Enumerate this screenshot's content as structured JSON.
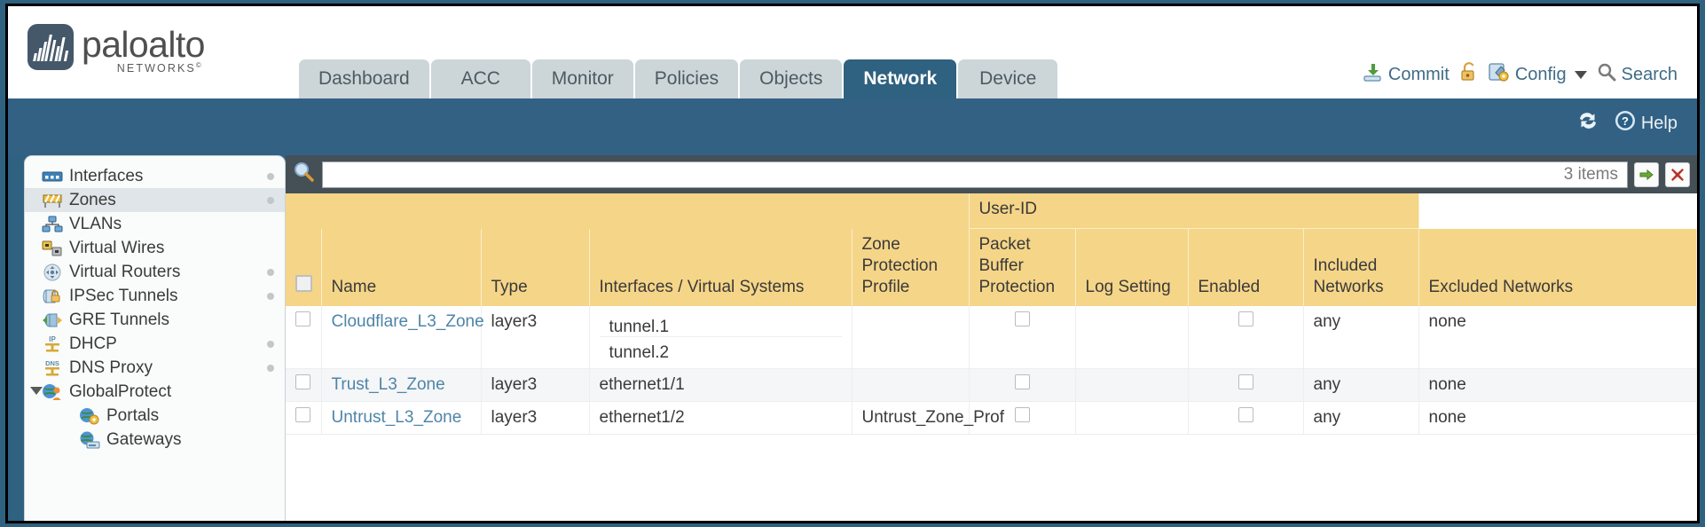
{
  "brand": {
    "name": "paloalto",
    "tagline": "NETWORKS",
    "registered": "©"
  },
  "nav": {
    "tabs": [
      {
        "label": "Dashboard",
        "active": false
      },
      {
        "label": "ACC",
        "active": false
      },
      {
        "label": "Monitor",
        "active": false
      },
      {
        "label": "Policies",
        "active": false
      },
      {
        "label": "Objects",
        "active": false
      },
      {
        "label": "Network",
        "active": true
      },
      {
        "label": "Device",
        "active": false
      }
    ],
    "actions": {
      "commit": "Commit",
      "config": "Config",
      "search": "Search"
    }
  },
  "toolbar": {
    "help": "Help"
  },
  "sidebar": {
    "items": [
      {
        "label": "Interfaces",
        "icon": "interfaces-icon",
        "selected": false,
        "dot": true,
        "indent": false,
        "caret": false
      },
      {
        "label": "Zones",
        "icon": "zones-icon",
        "selected": true,
        "dot": true,
        "indent": false,
        "caret": false
      },
      {
        "label": "VLANs",
        "icon": "vlans-icon",
        "selected": false,
        "dot": false,
        "indent": false,
        "caret": false
      },
      {
        "label": "Virtual Wires",
        "icon": "virtual-wires-icon",
        "selected": false,
        "dot": false,
        "indent": false,
        "caret": false
      },
      {
        "label": "Virtual Routers",
        "icon": "virtual-routers-icon",
        "selected": false,
        "dot": true,
        "indent": false,
        "caret": false
      },
      {
        "label": "IPSec Tunnels",
        "icon": "ipsec-tunnels-icon",
        "selected": false,
        "dot": true,
        "indent": false,
        "caret": false
      },
      {
        "label": "GRE Tunnels",
        "icon": "gre-tunnels-icon",
        "selected": false,
        "dot": false,
        "indent": false,
        "caret": false
      },
      {
        "label": "DHCP",
        "icon": "dhcp-icon",
        "selected": false,
        "dot": true,
        "indent": false,
        "caret": false
      },
      {
        "label": "DNS Proxy",
        "icon": "dns-proxy-icon",
        "selected": false,
        "dot": true,
        "indent": false,
        "caret": false
      },
      {
        "label": "GlobalProtect",
        "icon": "globalprotect-icon",
        "selected": false,
        "dot": false,
        "indent": false,
        "caret": true
      },
      {
        "label": "Portals",
        "icon": "portals-icon",
        "selected": false,
        "dot": false,
        "indent": true,
        "caret": false
      },
      {
        "label": "Gateways",
        "icon": "gateways-icon",
        "selected": false,
        "dot": false,
        "indent": true,
        "caret": false
      }
    ]
  },
  "search": {
    "value": "",
    "placeholder": "",
    "items_count": "3 items"
  },
  "table": {
    "group_header": "User-ID",
    "columns": [
      "Name",
      "Type",
      "Interfaces / Virtual Systems",
      "Zone Protection Profile",
      "Packet Buffer Protection",
      "Log Setting",
      "Enabled",
      "Included Networks",
      "Excluded Networks"
    ],
    "rows": [
      {
        "name": "Cloudflare_L3_Zone",
        "type": "layer3",
        "interfaces": [
          "tunnel.1",
          "tunnel.2"
        ],
        "zone_protection_profile": "",
        "packet_buffer_protection": false,
        "log_setting": "",
        "userid_enabled": false,
        "included_networks": "any",
        "excluded_networks": "none"
      },
      {
        "name": "Trust_L3_Zone",
        "type": "layer3",
        "interfaces": [
          "ethernet1/1"
        ],
        "zone_protection_profile": "",
        "packet_buffer_protection": false,
        "log_setting": "",
        "userid_enabled": false,
        "included_networks": "any",
        "excluded_networks": "none"
      },
      {
        "name": "Untrust_L3_Zone",
        "type": "layer3",
        "interfaces": [
          "ethernet1/2"
        ],
        "zone_protection_profile": "Untrust_Zone_Prof",
        "packet_buffer_protection": false,
        "log_setting": "",
        "userid_enabled": false,
        "included_networks": "any",
        "excluded_networks": "none"
      }
    ]
  },
  "colors": {
    "header_blue": "#2f6180",
    "tab_inactive": "#ccd6d9",
    "table_header_yellow": "#f5d588",
    "group_header_yellow": "#e5b94f",
    "link_blue": "#4e85a8"
  }
}
